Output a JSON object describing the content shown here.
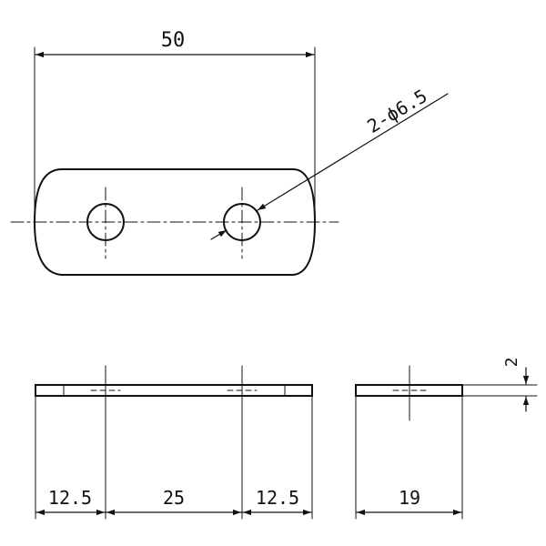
{
  "diagram": {
    "top_view": {
      "overall_length_label": "50",
      "hole_callout": "2-ϕ6.5"
    },
    "front_view": {
      "segment_labels": [
        "12.5",
        "25",
        "12.5"
      ]
    },
    "side_view": {
      "width_label": "19",
      "thickness_label": "2"
    }
  }
}
